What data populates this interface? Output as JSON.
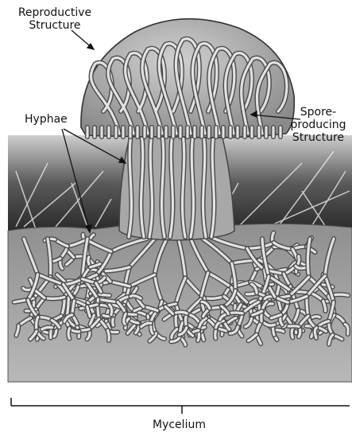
{
  "labels": {
    "reproductive": [
      "Reproductive",
      "Structure"
    ],
    "hyphae": "Hyphae",
    "spore": [
      "Spore-",
      "producing",
      "Structure"
    ],
    "mycelium": "Mycelium"
  },
  "colors": {
    "fungus_fill": "#b9b9b9",
    "hyphae_stroke": "#5a5a5a",
    "hyphae_light": "#e6e6e6",
    "soil": "#9a9a9a",
    "grass_dark": "#2e2e2e",
    "sky": "#ffffff"
  }
}
